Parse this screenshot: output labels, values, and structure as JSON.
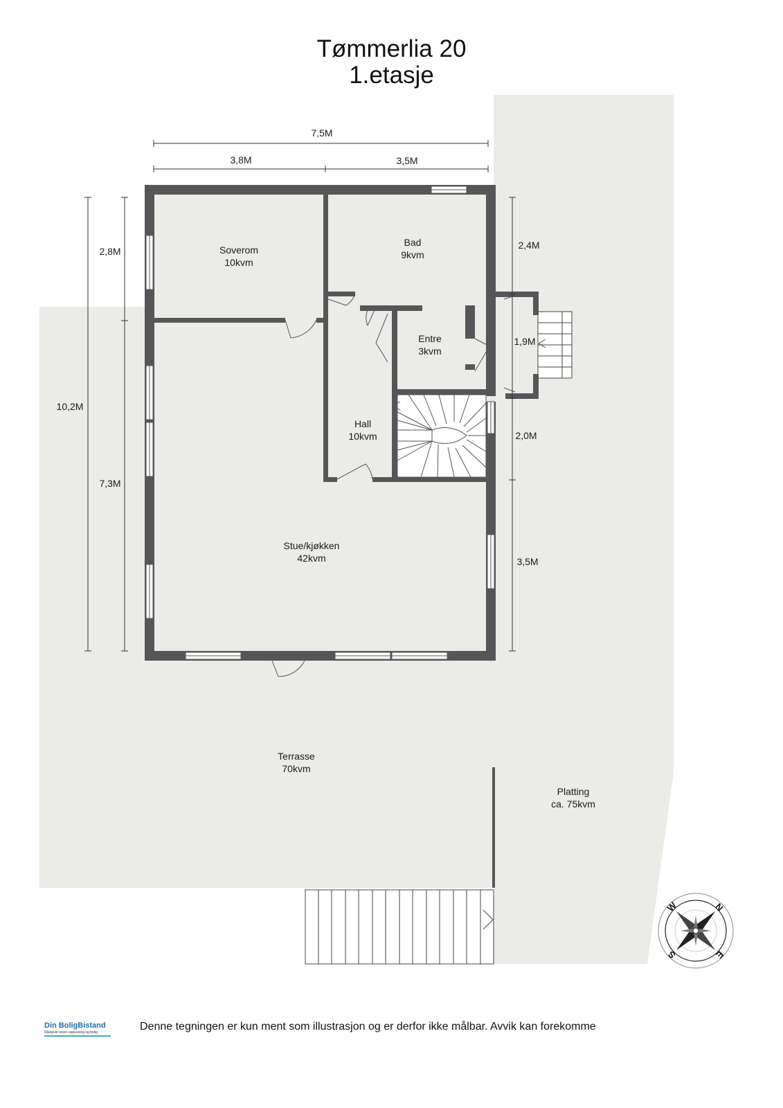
{
  "title": {
    "line1": "Tømmerlia 20",
    "line2": "1.etasje"
  },
  "rooms": {
    "soverom": {
      "name": "Soverom",
      "area": "10kvm"
    },
    "bad": {
      "name": "Bad",
      "area": "9kvm"
    },
    "entre": {
      "name": "Entre",
      "area": "3kvm"
    },
    "hall": {
      "name": "Hall",
      "area": "10kvm"
    },
    "stue": {
      "name": "Stue/kjøkken",
      "area": "42kvm"
    },
    "terrasse": {
      "name": "Terrasse",
      "area": "70kvm"
    },
    "platting": {
      "name": "Platting",
      "area": "ca. 75kvm"
    }
  },
  "dimensions": {
    "total_width": "7,5M",
    "left_width": "3,8M",
    "right_width": "3,5M",
    "total_height": "10,2M",
    "soverom_height": "2,8M",
    "stue_height": "7,3M",
    "bad_height": "2,4M",
    "entry_height": "1,9M",
    "stair_height": "2,0M",
    "stue_right_height": "3,5M"
  },
  "compass": {
    "n": "N",
    "e": "E",
    "s": "S",
    "w": "W"
  },
  "footer": {
    "note": "Denne tegningen er kun ment som illustrasjon og er derfor ikke målbar. Avvik kan forekomme",
    "brand": "Din BoligBistand",
    "tagline": "Rådgiver innen oppussing og bolig"
  },
  "colors": {
    "wall": "#565659",
    "floor": "#ebebe7",
    "text": "#1a1a1a",
    "brand": "#1f6fa8"
  }
}
